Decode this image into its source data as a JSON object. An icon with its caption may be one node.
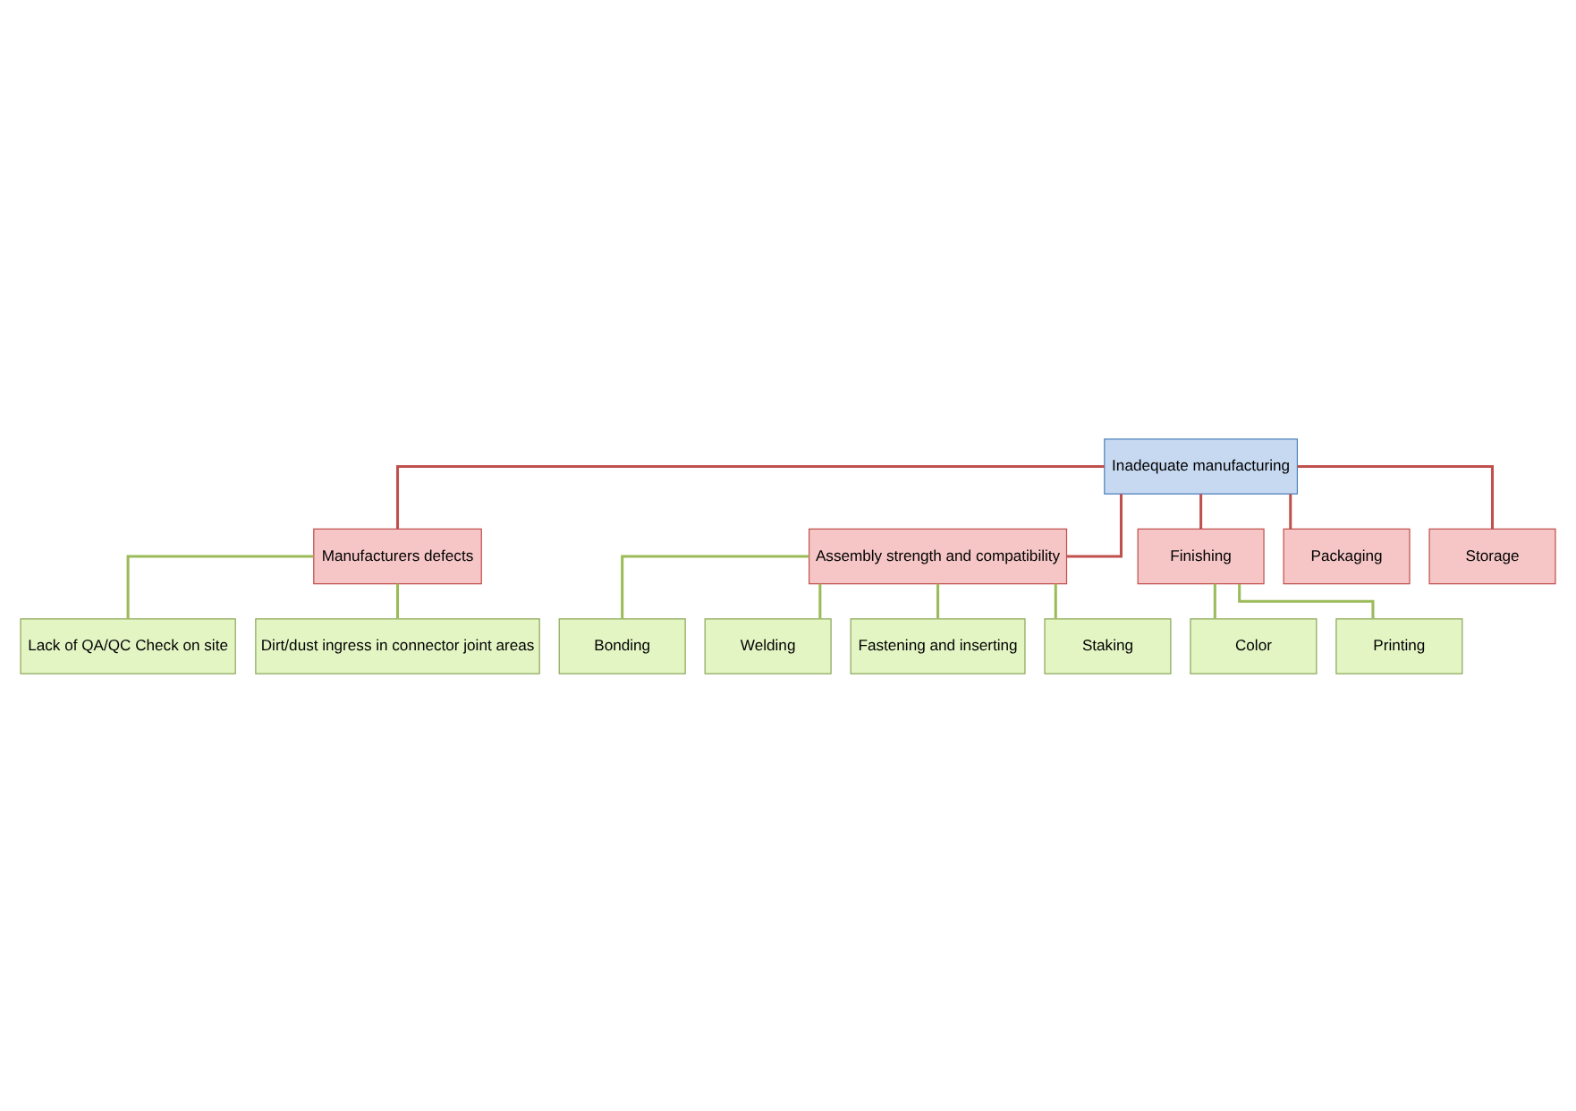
{
  "diagram": {
    "nodes": [
      {
        "text": [
          "Inadequate manufacturing"
        ]
      },
      {
        "text": [
          "Manufacturers defects"
        ]
      },
      {
        "text": [
          "Assembly strength and compatibility"
        ]
      },
      {
        "text": [
          "Finishing"
        ]
      },
      {
        "text": [
          "Packaging"
        ]
      },
      {
        "text": [
          "Storage"
        ]
      },
      {
        "text": [
          "Lack of QA/QC Check on site"
        ]
      },
      {
        "text": [
          "Dirt/dust ingress in connector joint areas"
        ]
      },
      {
        "text": [
          "Bonding"
        ]
      },
      {
        "text": [
          "Welding"
        ]
      },
      {
        "text": [
          "Fastening and inserting"
        ]
      },
      {
        "text": [
          "Staking"
        ]
      },
      {
        "text": [
          "Color"
        ]
      },
      {
        "text": [
          "Printing"
        ]
      }
    ],
    "edges": [
      {
        "from": 0,
        "to": 1,
        "arrow": "none",
        "color": "#c0504d"
      },
      {
        "from": 0,
        "to": 2,
        "arrow": "none",
        "color": "#c0504d"
      },
      {
        "from": 0,
        "to": 3,
        "arrow": "none",
        "color": "#c0504d"
      },
      {
        "from": 0,
        "to": 4,
        "arrow": "none",
        "color": "#c0504d"
      },
      {
        "from": 0,
        "to": 5,
        "arrow": "none",
        "color": "#c0504d"
      },
      {
        "from": 1,
        "to": 6,
        "arrow": "none"
      },
      {
        "from": 1,
        "to": 7,
        "arrow": "none"
      },
      {
        "from": 2,
        "to": 8,
        "arrow": "none"
      },
      {
        "from": 2,
        "to": 9,
        "arrow": "none"
      },
      {
        "from": 2,
        "to": 10,
        "arrow": "none"
      },
      {
        "from": 2,
        "to": 11,
        "arrow": "none"
      },
      {
        "from": 3,
        "to": 12,
        "arrow": "none"
      },
      {
        "from": 3,
        "to": 13,
        "arrow": "none"
      }
    ]
  }
}
